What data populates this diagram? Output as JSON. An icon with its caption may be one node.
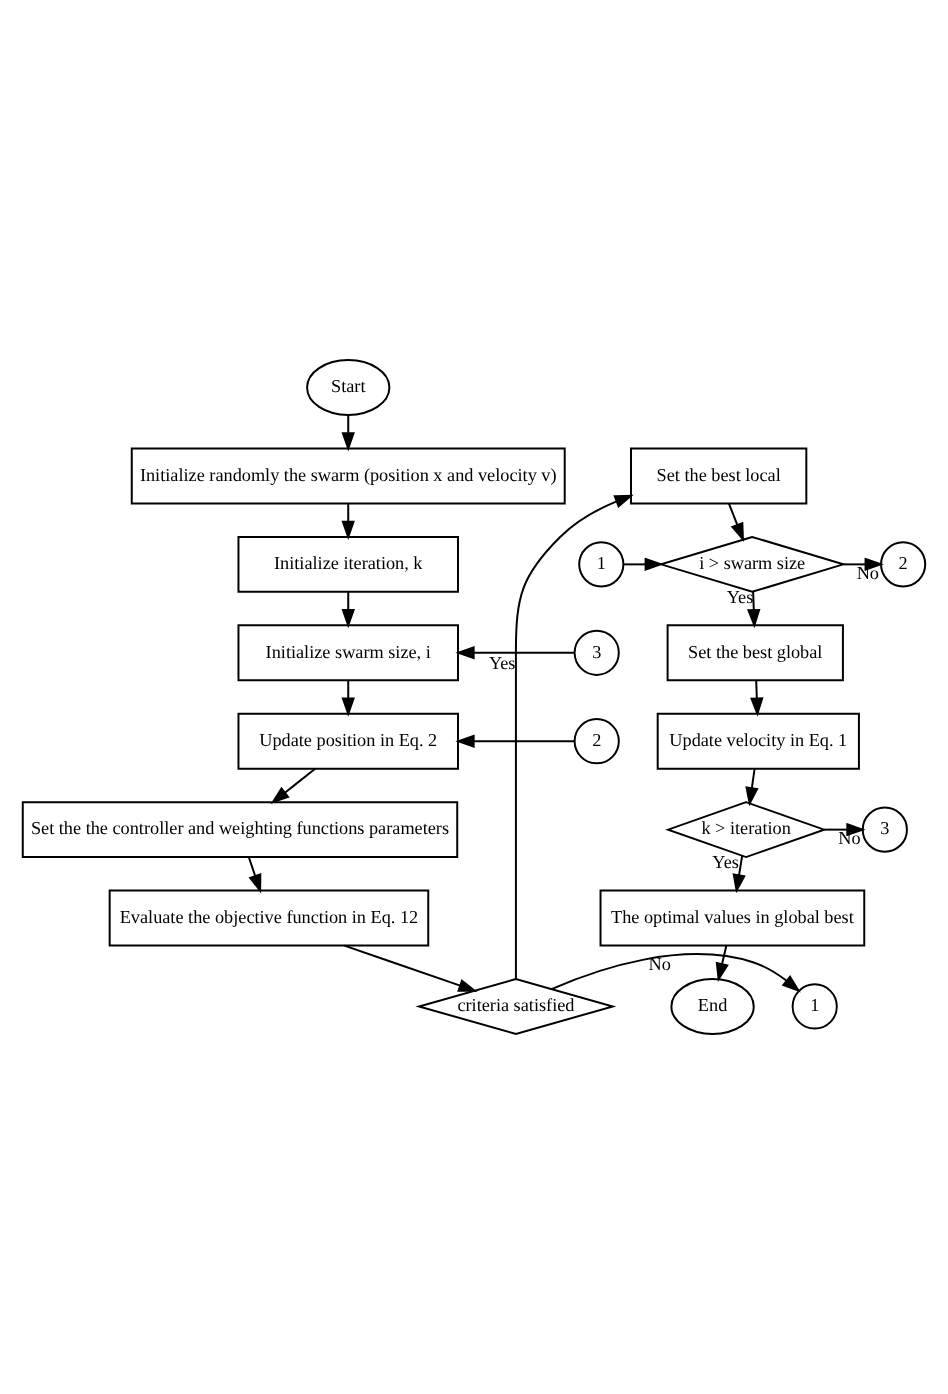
{
  "diagram": {
    "nodes": [
      {
        "text": [
          "Start"
        ]
      },
      {
        "text": [
          "Initialize randomly the swarm (position x and velocity v)"
        ]
      },
      {
        "text": [
          "Initialize iteration, k"
        ]
      },
      {
        "text": [
          "3"
        ]
      },
      {
        "text": [
          "Initialize swarm size, i"
        ]
      },
      {
        "text": [
          "2"
        ]
      },
      {
        "text": [
          "Update position in Eq. 2"
        ]
      },
      {
        "text": [
          "Set the the controller and weighting functions parameters"
        ]
      },
      {
        "text": [
          "Evaluate the objective function in Eq. 12"
        ]
      },
      {
        "text": [
          "criteria satisfied"
        ]
      },
      {
        "text": [
          "1"
        ]
      },
      {
        "text": [
          "Set the best local"
        ]
      },
      {
        "text": [
          "1"
        ]
      },
      {
        "text": [
          "i > swarm size"
        ]
      },
      {
        "text": [
          "2"
        ]
      },
      {
        "text": [
          "Set the best global"
        ]
      },
      {
        "text": [
          "Update velocity in Eq. 1"
        ]
      },
      {
        "text": [
          "k > iteration"
        ]
      },
      {
        "text": [
          "3"
        ]
      },
      {
        "text": [
          "The optimal values in global best"
        ]
      },
      {
        "text": [
          "End"
        ]
      }
    ],
    "edges": [
      {
        "from": 0,
        "to": 1,
        "arrow": "to"
      },
      {
        "from": 1,
        "to": 2,
        "arrow": "to"
      },
      {
        "from": 2,
        "to": 4,
        "arrow": "to"
      },
      {
        "from": 3,
        "to": 4,
        "arrow": "to"
      },
      {
        "from": 4,
        "to": 6,
        "arrow": "to"
      },
      {
        "from": 5,
        "to": 6,
        "arrow": "to"
      },
      {
        "from": 6,
        "to": 7,
        "arrow": "to"
      },
      {
        "from": 7,
        "to": 8,
        "arrow": "to"
      },
      {
        "from": 8,
        "to": 9,
        "arrow": "to"
      },
      {
        "from": 9,
        "to": 10,
        "arrow": "to",
        "label": "No"
      },
      {
        "from": 9,
        "to": 11,
        "arrow": "to",
        "label": "Yes"
      },
      {
        "from": 11,
        "to": 13,
        "arrow": "to"
      },
      {
        "from": 12,
        "to": 13,
        "arrow": "to"
      },
      {
        "from": 13,
        "to": 14,
        "arrow": "to",
        "label": "No"
      },
      {
        "from": 13,
        "to": 15,
        "arrow": "to",
        "label": "Yes"
      },
      {
        "from": 15,
        "to": 16,
        "arrow": "to"
      },
      {
        "from": 16,
        "to": 17,
        "arrow": "to"
      },
      {
        "from": 17,
        "to": 18,
        "arrow": "to",
        "label": "No"
      },
      {
        "from": 17,
        "to": 19,
        "arrow": "to",
        "label": "Yes"
      },
      {
        "from": 19,
        "to": 20,
        "arrow": "to"
      }
    ]
  }
}
